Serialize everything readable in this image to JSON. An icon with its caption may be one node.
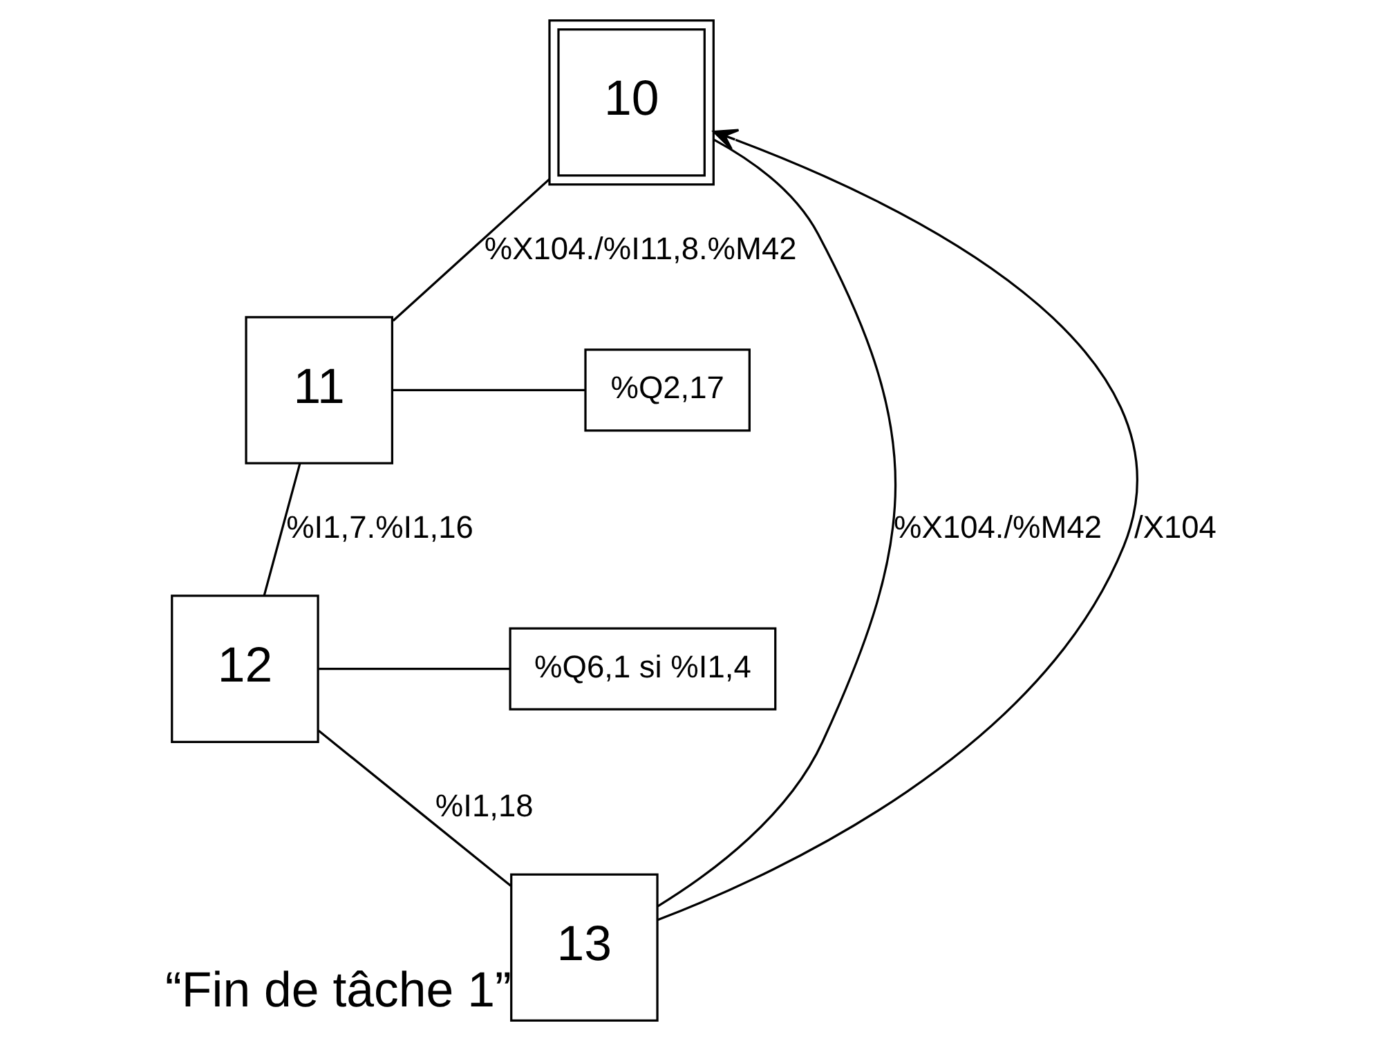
{
  "diagram": {
    "nodes": [
      {
        "text": [
          "10"
        ]
      },
      {
        "text": [
          "11"
        ]
      },
      {
        "text": [
          "%Q2,17"
        ]
      },
      {
        "text": [
          "12"
        ]
      },
      {
        "text": [
          "%Q6,1 si %I1,4"
        ]
      },
      {
        "text": [
          "13"
        ],
        "beside": [
          "“Fin de tâche 1”"
        ]
      }
    ],
    "edges": [
      {
        "from": 0,
        "to": 1,
        "arrow": "none",
        "label": "%X104./%I11,8.%M42"
      },
      {
        "from": 1,
        "to": 2,
        "arrow": "none"
      },
      {
        "from": 1,
        "to": 3,
        "arrow": "none",
        "label": "%I1,7.%I1,16"
      },
      {
        "from": 3,
        "to": 4,
        "arrow": "none"
      },
      {
        "from": 3,
        "to": 5,
        "arrow": "none",
        "label": "%I1,18"
      },
      {
        "from": 0,
        "to": 5,
        "arrow": "none",
        "label": "%X104./%M42"
      },
      {
        "from": 5,
        "to": 0,
        "arrow": "to",
        "label": "/X104"
      }
    ]
  }
}
